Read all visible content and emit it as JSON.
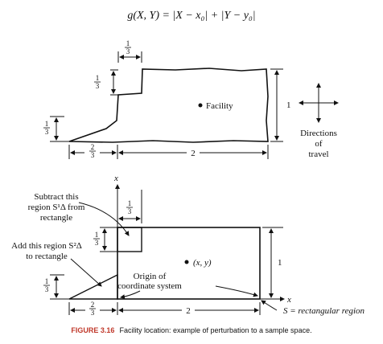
{
  "formula": "g(X, Y) = |X − x₀| + |Y − y₀|",
  "fractions": {
    "third_num": "1",
    "third_den": "3",
    "twothirds_num": "2",
    "twothirds_den": "3"
  },
  "labels": {
    "facility": "Facility",
    "height_one": "1",
    "width_two": "2",
    "directions": [
      "Directions",
      "of",
      "travel"
    ],
    "axis_x": "x",
    "axis_y": "x",
    "point": "(x, y)",
    "subtract": [
      "Subtract this",
      "region S¹Δ from",
      "rectangle"
    ],
    "add": [
      "Add this region S²Δ",
      "to rectangle"
    ],
    "origin": [
      "Origin of",
      "coordinate system"
    ],
    "s_region": "S = rectangular region"
  },
  "caption": {
    "number": "FIGURE 3.16",
    "text": "Facility location: example of perturbation to a sample space."
  }
}
